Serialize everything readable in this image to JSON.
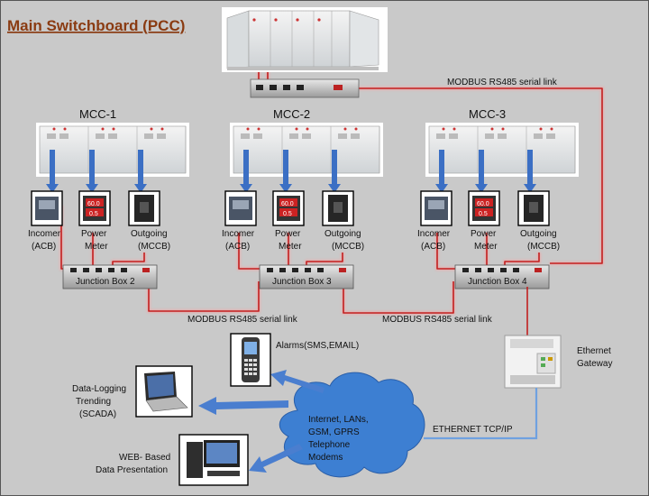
{
  "title": "Main Switchboard (PCC)",
  "links": {
    "pcc_link": "MODBUS RS485 serial link",
    "jb2_jb3_link": "MODBUS RS485 serial link",
    "jb3_jb4_link": "MODBUS RS485 serial link",
    "ethernet_link": "ETHERNET TCP/IP"
  },
  "mccs": [
    {
      "name": "MCC-1",
      "junction_box": "Junction Box  2",
      "devices": [
        {
          "label_line1": "Incomer",
          "label_line2": "(ACB)"
        },
        {
          "label_line1": "Power",
          "label_line2": "Meter"
        },
        {
          "label_line1": "Outgoing",
          "label_line2": "(MCCB)"
        }
      ]
    },
    {
      "name": "MCC-2",
      "junction_box": "Junction Box  3",
      "devices": [
        {
          "label_line1": "Incomer",
          "label_line2": "(ACB)"
        },
        {
          "label_line1": "Power",
          "label_line2": "Meter"
        },
        {
          "label_line1": "Outgoing",
          "label_line2": "(MCCB)"
        }
      ]
    },
    {
      "name": "MCC-3",
      "junction_box": "Junction Box 4",
      "devices": [
        {
          "label_line1": "Incomer",
          "label_line2": "(ACB)"
        },
        {
          "label_line1": "Power",
          "label_line2": "Meter"
        },
        {
          "label_line1": "Outgoing",
          "label_line2": "(MCCB)"
        }
      ]
    }
  ],
  "gateway": {
    "line1": "Ethernet",
    "line2": "Gateway"
  },
  "cloud": {
    "lines": [
      "Internet, LANs,",
      "GSM, GPRS",
      "Telephone",
      "Modems"
    ]
  },
  "outputs": {
    "alarms": "Alarms(SMS,EMAIL)",
    "scada": [
      "Data-Logging",
      "Trending",
      "(SCADA)"
    ],
    "web": [
      "WEB- Based",
      "Data Presentation"
    ]
  },
  "meter_display": {
    "top": "60.0",
    "bottom": "0.5"
  },
  "colors": {
    "title": "#8a3b12",
    "wire": "#cc2222",
    "arrow": "#3b6fc4",
    "cloud": "#3e7fd0"
  }
}
